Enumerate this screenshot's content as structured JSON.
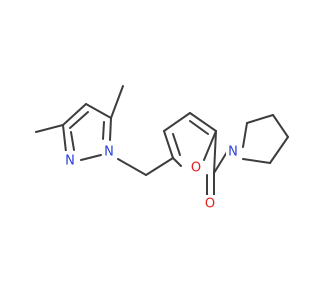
{
  "molecule": {
    "atom_labels": {
      "pyrazole_n2": "N",
      "pyrazole_n1": "N",
      "furan_o": "O",
      "carbonyl_o": "O",
      "pyrrolidine_n": "N"
    },
    "colors": {
      "bond": "#3d3d3d",
      "nitrogen": "#2a3fd6",
      "oxygen": "#e0201b",
      "background": "#ffffff"
    }
  }
}
